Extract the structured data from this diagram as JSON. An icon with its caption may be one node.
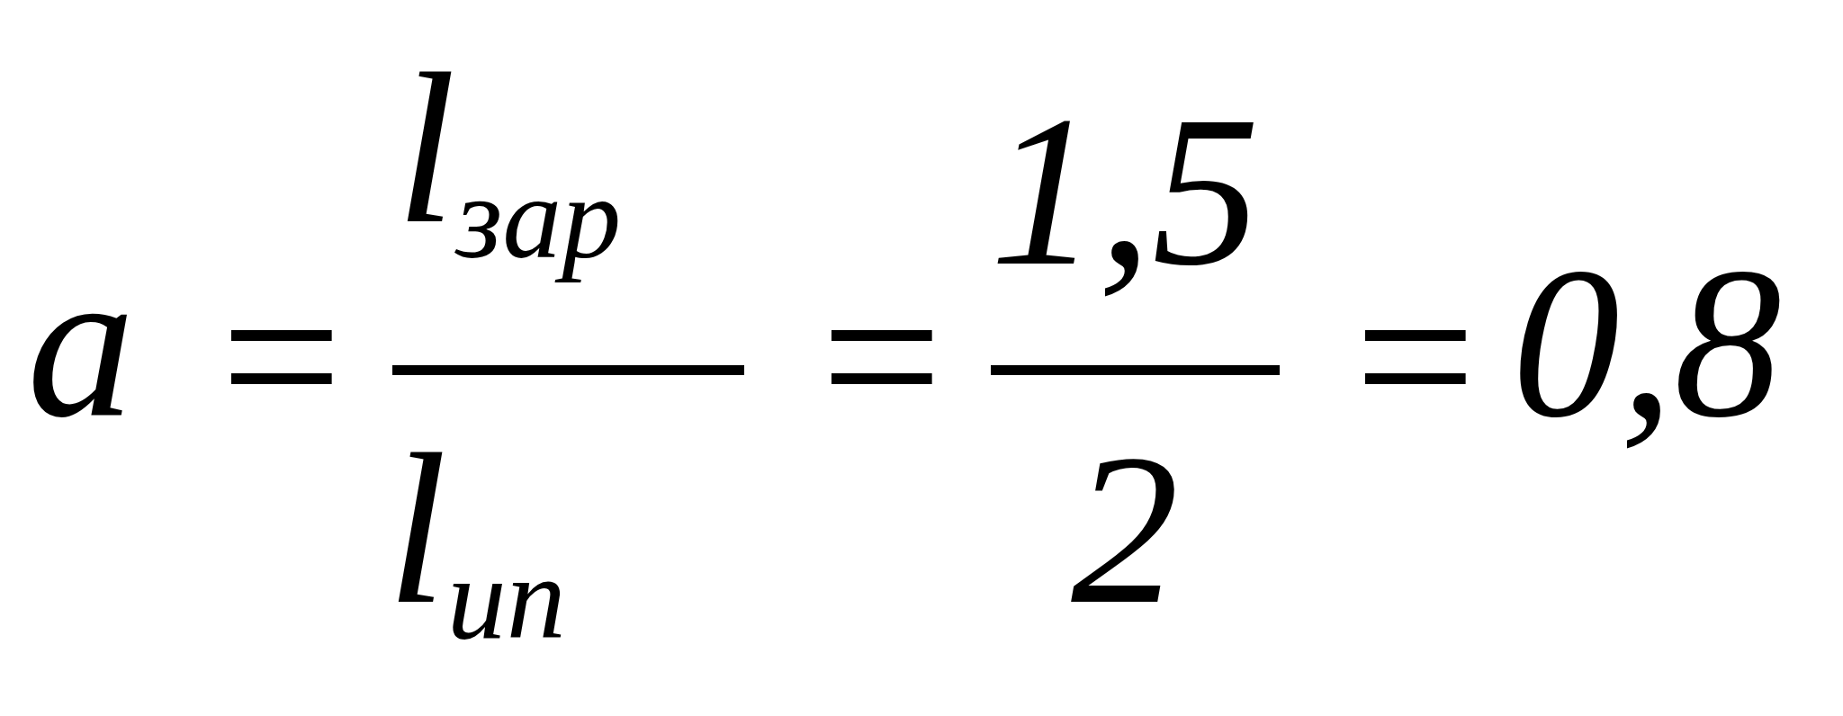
{
  "diagram": {
    "labels": [
      "a",
      "=",
      "l$_{зар}$",
      "l$_{ип}$",
      "=",
      "1,5",
      "2",
      "=",
      "0,8"
    ]
  }
}
